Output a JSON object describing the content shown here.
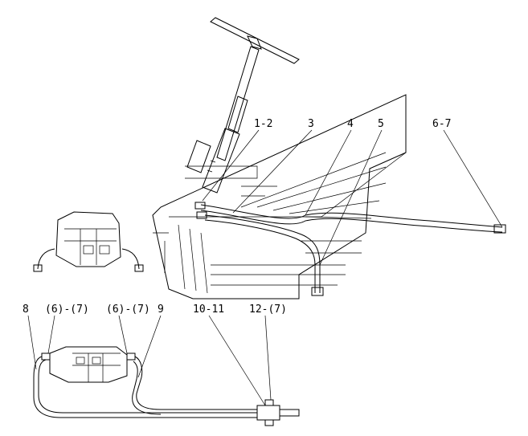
{
  "callouts": [
    {
      "id": "c1",
      "text": "1-2"
    },
    {
      "id": "c3",
      "text": "3"
    },
    {
      "id": "c4",
      "text": "4"
    },
    {
      "id": "c5",
      "text": "5"
    },
    {
      "id": "c67",
      "text": "6-7"
    },
    {
      "id": "c8",
      "text": "8"
    },
    {
      "id": "c6a",
      "text": "(6)-(7)"
    },
    {
      "id": "c6b",
      "text": "(6)-(7)"
    },
    {
      "id": "c9",
      "text": "9"
    },
    {
      "id": "c1011",
      "text": "10-11"
    },
    {
      "id": "c12",
      "text": "12-(7)"
    }
  ]
}
